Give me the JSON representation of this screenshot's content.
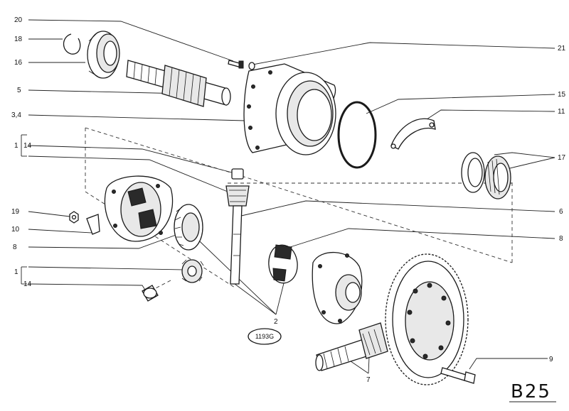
{
  "diagram": {
    "drawing_code": "1193G",
    "corner_code": "B25",
    "callouts": {
      "c20": "20",
      "c18": "18",
      "c16": "16",
      "c5": "5",
      "c34": "3,4",
      "c1a": "1",
      "c14a": "14",
      "c19": "19",
      "c10": "10",
      "c8a": "8",
      "c1b": "1",
      "c14b": "14",
      "c21": "21",
      "c15": "15",
      "c11": "11",
      "c17": "17",
      "c6": "6",
      "c8b": "8",
      "c2": "2",
      "c9": "9",
      "c7": "7"
    }
  }
}
